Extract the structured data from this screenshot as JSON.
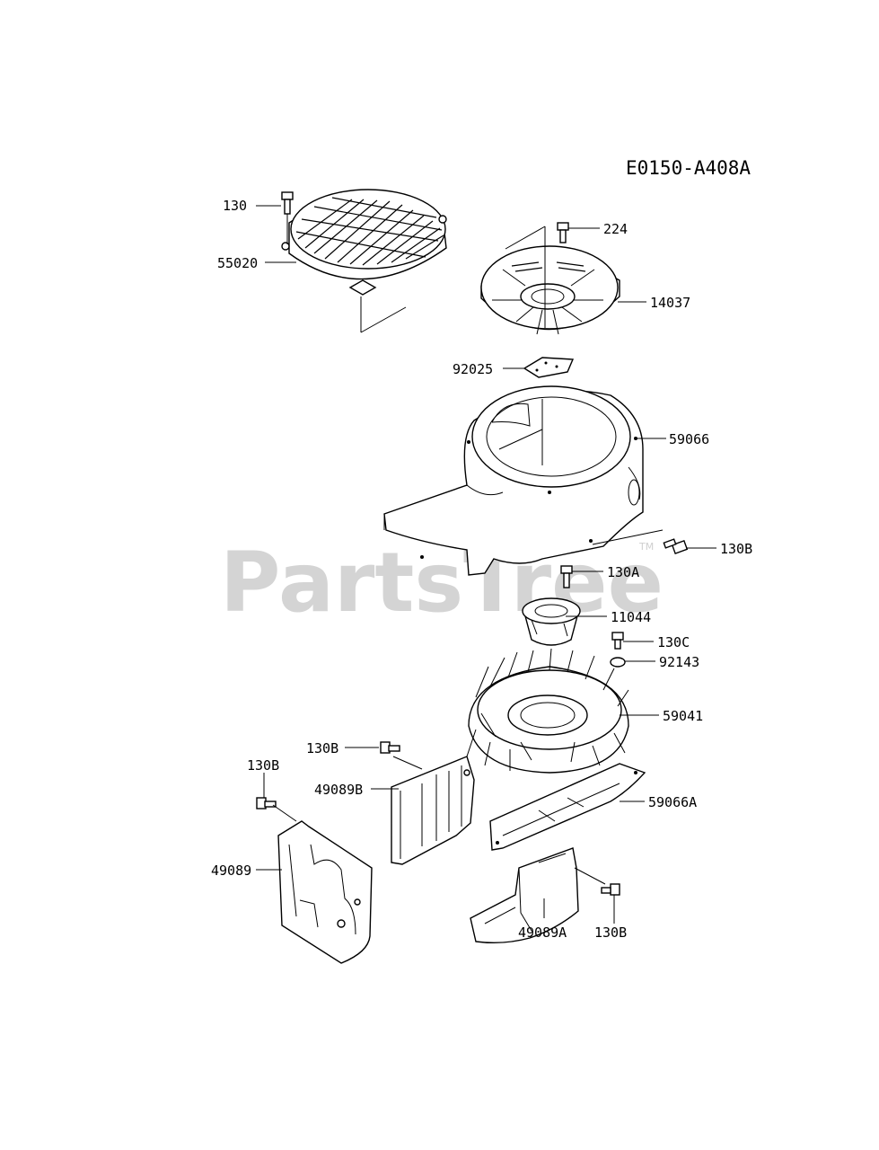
{
  "diagram_code": "E0150-A408A",
  "watermark": "PartsTree",
  "watermark_tm": "TM",
  "parts": {
    "p130_top": "130",
    "p55020": "55020",
    "p224": "224",
    "p14037": "14037",
    "p92025": "92025",
    "p59066": "59066",
    "p130B_right": "130B",
    "p130A": "130A",
    "p11044": "11044",
    "p130C": "130C",
    "p92143": "92143",
    "p59041": "59041",
    "p130B_mid": "130B",
    "p49089B": "49089B",
    "p130B_left": "130B",
    "p59066A": "59066A",
    "p49089": "49089",
    "p130B_bottom": "130B",
    "p49089A": "49089A"
  }
}
